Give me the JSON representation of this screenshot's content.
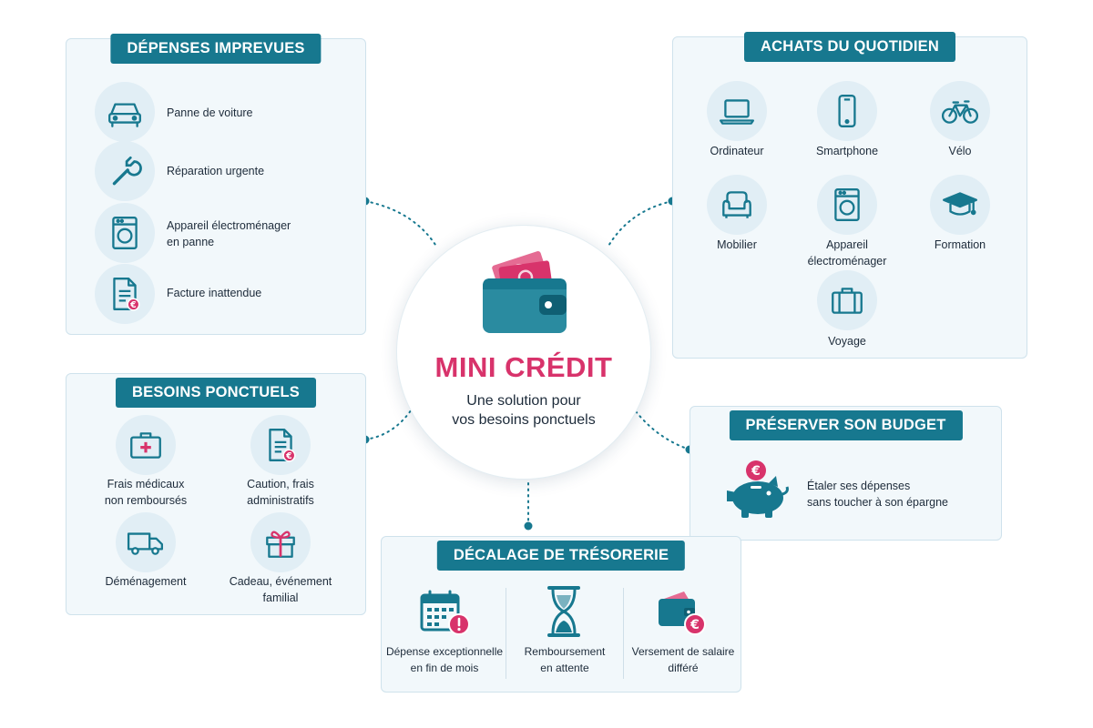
{
  "center": {
    "title": "MINI CRÉDIT",
    "subtitle": [
      "Une solution pour",
      "vos besoins ponctuels"
    ]
  },
  "depenses": {
    "title": "DÉPENSES IMPREVUES",
    "items": [
      {
        "icon": "car-icon",
        "lines": [
          "Panne de voiture"
        ]
      },
      {
        "icon": "wrench-icon",
        "lines": [
          "Réparation urgente"
        ]
      },
      {
        "icon": "washing-machine-icon",
        "lines": [
          "Appareil électroménager",
          "en panne"
        ]
      },
      {
        "icon": "invoice-euro-icon",
        "lines": [
          "Facture inattendue"
        ]
      }
    ]
  },
  "achats": {
    "title": "ACHATS DU QUOTIDIEN",
    "items": [
      {
        "icon": "laptop-icon",
        "lines": [
          "Ordinateur"
        ]
      },
      {
        "icon": "smartphone-icon",
        "lines": [
          "Smartphone"
        ]
      },
      {
        "icon": "bicycle-icon",
        "lines": [
          "Vélo"
        ]
      },
      {
        "icon": "armchair-icon",
        "lines": [
          "Mobilier"
        ]
      },
      {
        "icon": "washing-machine-icon",
        "lines": [
          "Appareil",
          "électroménager"
        ]
      },
      {
        "icon": "graduation-cap-icon",
        "lines": [
          "Formation"
        ]
      },
      {
        "icon": "suitcase-icon",
        "lines": [
          "Voyage"
        ]
      }
    ]
  },
  "besoins": {
    "title": "BESOINS PONCTUELS",
    "items": [
      {
        "icon": "medical-kit-icon",
        "lines": [
          "Frais médicaux",
          "non remboursés"
        ]
      },
      {
        "icon": "document-euro-icon",
        "lines": [
          "Caution, frais",
          "administratifs"
        ]
      },
      {
        "icon": "truck-icon",
        "lines": [
          "Déménagement"
        ]
      },
      {
        "icon": "gift-icon",
        "lines": [
          "Cadeau, événement",
          "familial"
        ]
      }
    ]
  },
  "budget": {
    "title": "PRÉSERVER SON BUDGET",
    "item": {
      "icon": "piggy-bank-euro-icon",
      "lines": [
        "Étaler ses dépenses",
        "sans toucher à son épargne"
      ]
    }
  },
  "tresorerie": {
    "title": "DÉCALAGE DE TRÉSORERIE",
    "items": [
      {
        "icon": "calendar-alert-icon",
        "lines": [
          "Dépense exceptionnelle",
          "en fin de mois"
        ]
      },
      {
        "icon": "hourglass-icon",
        "lines": [
          "Remboursement",
          "en attente"
        ]
      },
      {
        "icon": "wallet-euro-icon",
        "lines": [
          "Versement de salaire",
          "différé"
        ]
      }
    ]
  },
  "colors": {
    "teal": "#17788f",
    "pink": "#d8336b",
    "light": "#f2f8fb",
    "circle": "#e1eef5"
  }
}
